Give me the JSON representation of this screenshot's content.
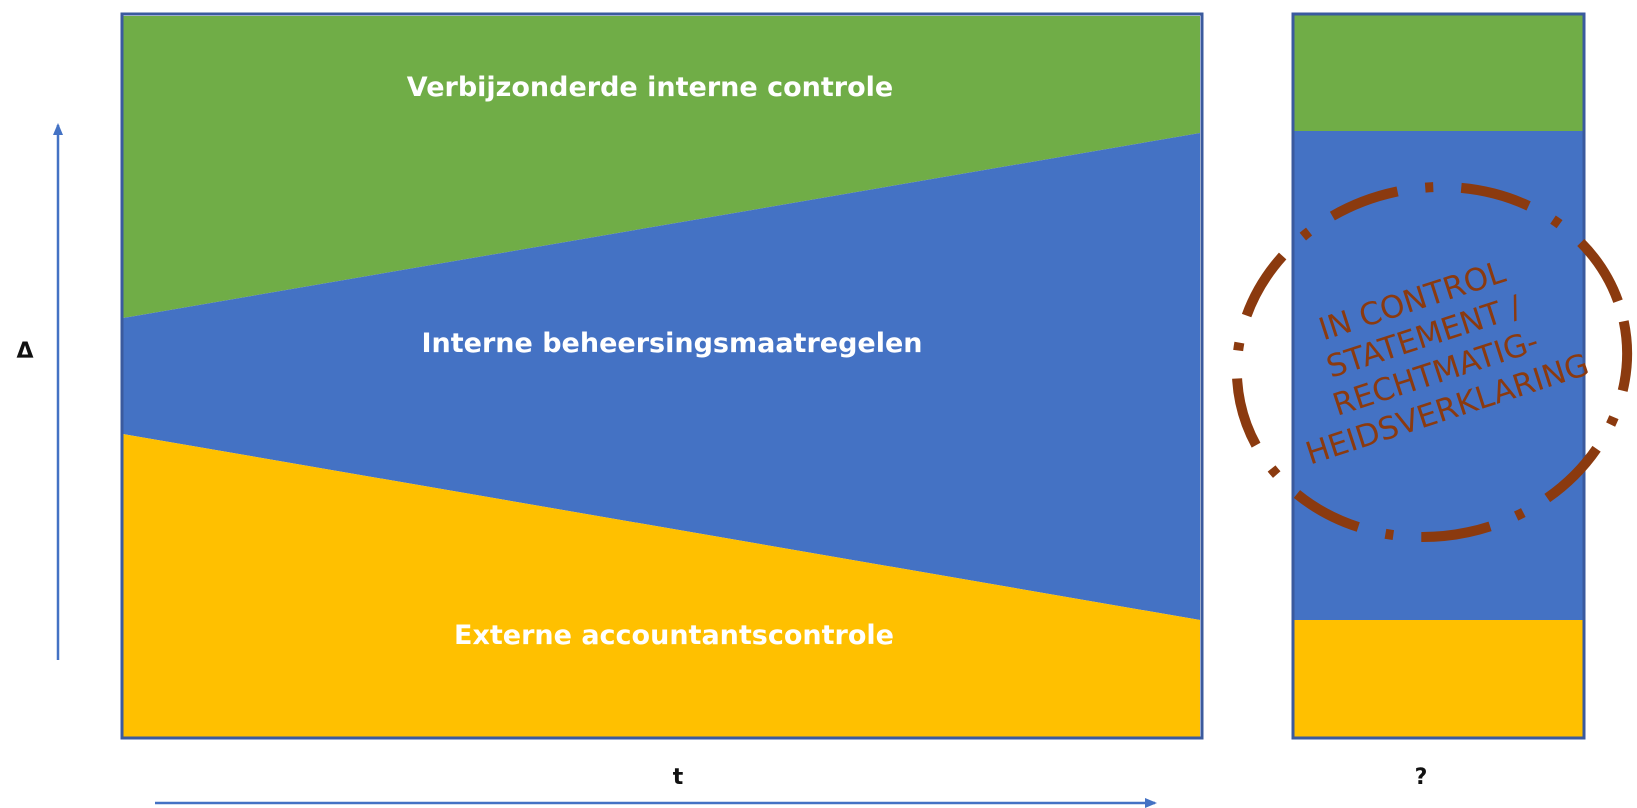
{
  "colors": {
    "green": "#70ad47",
    "blue": "#4472c4",
    "yellow": "#ffc000",
    "border": "#3a5a9e",
    "arrow": "#4472c4",
    "stamp": "#8b3a0f"
  },
  "main_diagram": {
    "top_label": "Verbijzonderde interne controle",
    "middle_label": "Interne beheersingsmaatregelen",
    "bottom_label": "Externe accountantscontrole"
  },
  "axes": {
    "y_label": "Δ",
    "x_label": "t"
  },
  "side_column": {
    "label": "?",
    "stamp_lines": [
      "IN CONTROL",
      "STATEMENT /",
      "RECHTMATIG-",
      "HEIDSVERKLARING"
    ]
  }
}
